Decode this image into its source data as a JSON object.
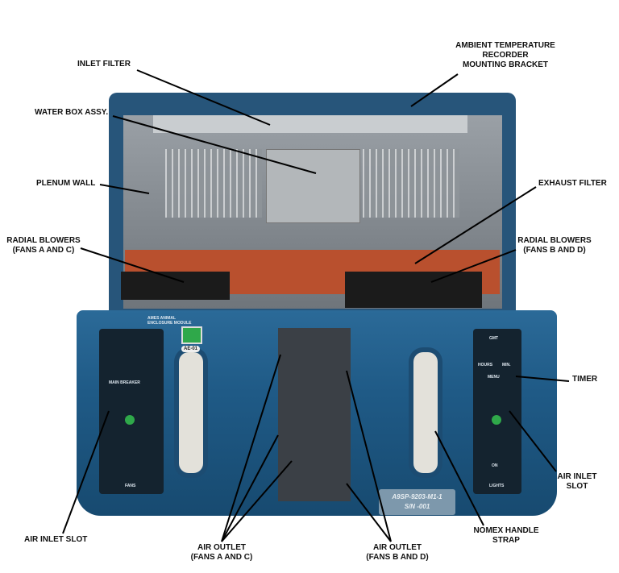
{
  "labels": {
    "inlet_filter": "INLET FILTER",
    "ambient_bracket": [
      "AMBIENT TEMPERATURE",
      "RECORDER",
      "MOUNTING BRACKET"
    ],
    "water_box": "WATER BOX ASSY.",
    "plenum_wall": "PLENUM WALL",
    "exhaust_filter": "EXHAUST FILTER",
    "blowers_ac": [
      "RADIAL BLOWERS",
      "(FANS A AND C)"
    ],
    "blowers_bd": [
      "RADIAL BLOWERS",
      "(FANS B AND D)"
    ],
    "timer": "TIMER",
    "air_inlet_right": [
      "AIR INLET",
      "SLOT"
    ],
    "air_inlet_left": "AIR INLET SLOT",
    "air_outlet_ac": [
      "AIR OUTLET",
      "(FANS A AND C)"
    ],
    "air_outlet_bd": [
      "AIR OUTLET",
      "(FANS B AND D)"
    ],
    "nomex_strap": [
      "NOMEX HANDLE",
      "STRAP"
    ]
  },
  "panel": {
    "module_name": [
      "AMES ANIMAL",
      "ENCLOSURE MODULE"
    ],
    "module_id": "AE-01",
    "part_number": "A9SP-9203-M1-1",
    "serial": "S/N -001",
    "main_breaker": "MAIN BREAKER",
    "fans": "FANS",
    "lights": "LIGHTS",
    "timer_gmt": "GMT",
    "hours": "HOURS",
    "min": "MIN.",
    "menu": "MENU",
    "on": "ON"
  },
  "colors": {
    "panel_blue": "#1f5a86",
    "rim_blue": "#24506f",
    "filter_orange": "#b9502e"
  }
}
